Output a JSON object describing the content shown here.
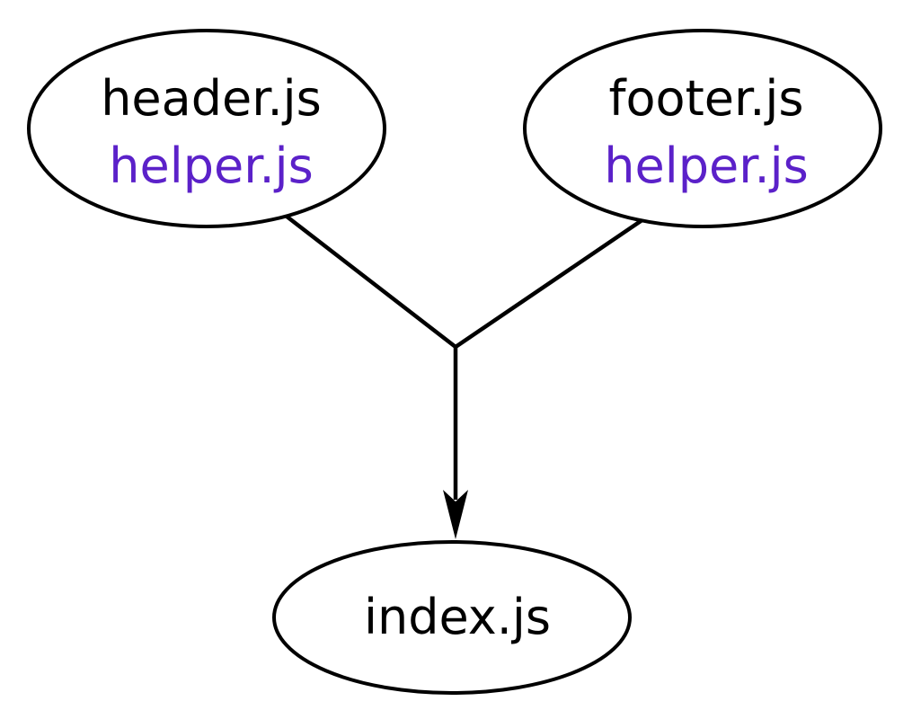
{
  "colors": {
    "primary_text": "#000000",
    "dependency_text": "#5b21c9",
    "stroke": "#000000",
    "background": "#ffffff"
  },
  "nodes": {
    "header": {
      "file": "header.js",
      "dependency": "helper.js"
    },
    "footer": {
      "file": "footer.js",
      "dependency": "helper.js"
    },
    "index": {
      "file": "index.js"
    }
  }
}
